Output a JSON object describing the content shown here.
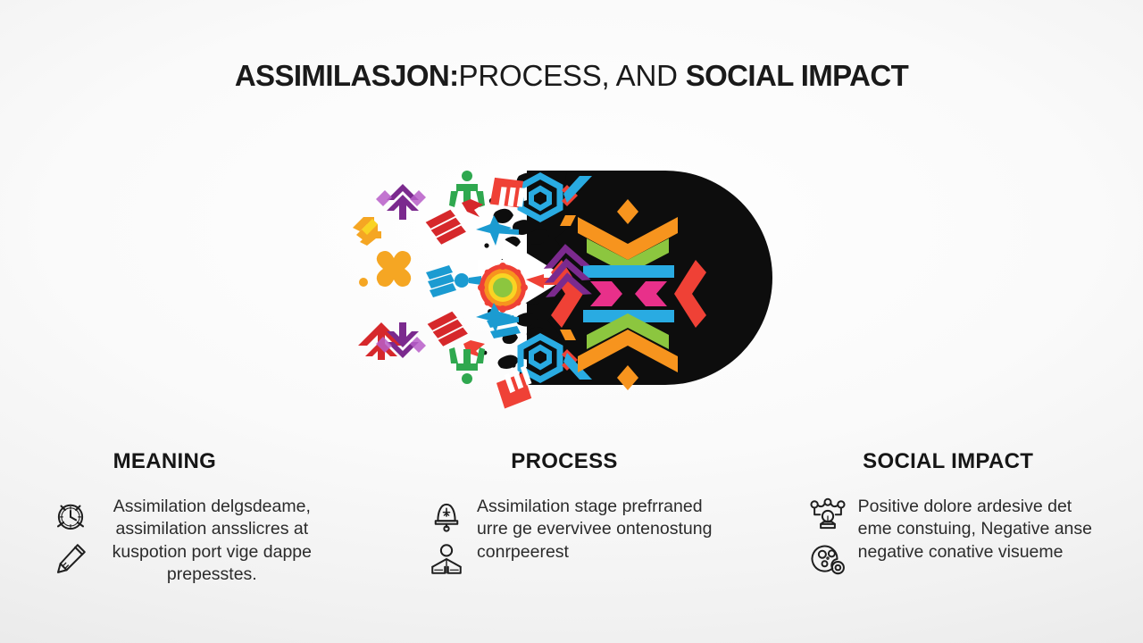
{
  "slide": {
    "background_color": "#f4f4f4",
    "title": {
      "segment_1": "ASSIMILASJON:",
      "segment_2": "PROCESS, AND ",
      "segment_3": "SOCIAL IMPACT",
      "full_text": "ASSIMILASJON:PROCESS, AND SOCIAL IMPACT",
      "color": "#1a1a1a"
    }
  },
  "graphic": {
    "name": "cultural-assimilation-diagram",
    "description": "Scattered multicolor tribal motifs on the left dissolving into a solid black rounded shape on the right containing a white arrow and symmetrical chevron patterns",
    "left_field_label": "scattered-ethnic-motifs",
    "dissolve_label": "dissolve-transition",
    "right_shape_label": "black-absorbing-form",
    "arrow_label": "white-arrow",
    "colors": {
      "purple": "#7b2a8e",
      "magenta": "#e8308a",
      "green": "#2fa84f",
      "lime": "#8cc63f",
      "red": "#d6282b",
      "red_orange": "#ef4136",
      "orange": "#f7941e",
      "amber": "#f5a623",
      "teal": "#1b9bd1",
      "cyan": "#29abe2",
      "yellow": "#f9d423",
      "black": "#0d0d0d",
      "white": "#ffffff"
    }
  },
  "columns": [
    {
      "id": "meaning",
      "heading": "MEANING",
      "icons": [
        "alarm-clock-icon",
        "pen-icon"
      ],
      "text": "Assimilation delgsdeame, assimilation ansslicres at kuspotion port vige dappe prepesstes."
    },
    {
      "id": "process",
      "heading": "PROCESS",
      "icons": [
        "school-bell-icon",
        "person-reading-book-icon"
      ],
      "text": "Assimilation stage prefrraned urre ge evervivee ontenostung conrpeerest"
    },
    {
      "id": "social-impact",
      "heading": "SOCIAL IMPACT",
      "icons": [
        "community-group-icon",
        "cells-microscope-icon"
      ],
      "text": "Positive dolore ardesive det eme constuing, Negative anse negative conative visueme"
    }
  ]
}
